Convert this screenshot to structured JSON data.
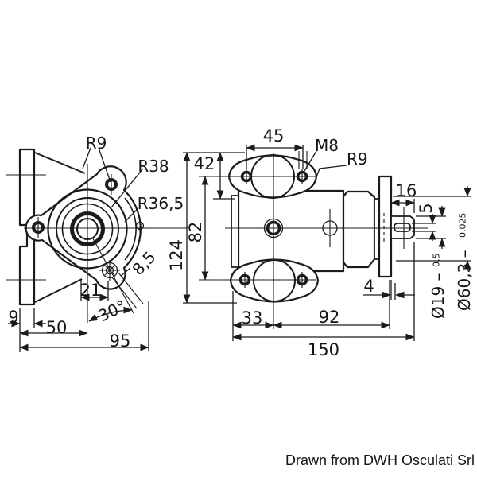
{
  "meta": {
    "background": "#ffffff",
    "ink": "#1b1b1b"
  },
  "caption": "Drawn from DWH Osculati Srl",
  "front_view": {
    "title": "pump front view",
    "labels": {
      "radius_lobe": "R9",
      "radius_body": "R38",
      "radius_side": "R36,5",
      "hole_diameter": "8,5",
      "angle": "30°",
      "offset_21": "21",
      "plate_width_9": "9",
      "width_50": "50",
      "width_95": "95"
    }
  },
  "side_view": {
    "title": "pump side view",
    "labels": {
      "port_spacing_45": "45",
      "thread_m8": "M8",
      "radius_r9": "R9",
      "height_42": "42",
      "height_82": "82",
      "height_124": "124",
      "shaft_len_16": "16",
      "key_width_5": "5",
      "gap_4": "4",
      "len_33": "33",
      "len_92": "92",
      "len_150": "150",
      "shaft_dia_main": "Ø19 –",
      "shaft_dia_tol": "0,5",
      "pilot_dia_main": "Ø60,3 –",
      "pilot_dia_tol": "0,025"
    }
  }
}
